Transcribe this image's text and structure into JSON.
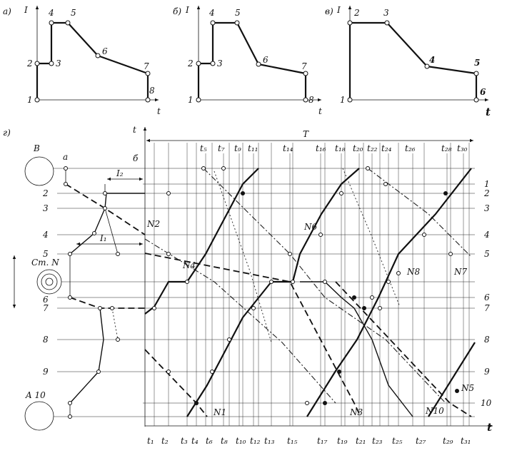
{
  "subfigures": {
    "a": {
      "label": "а)",
      "axis_y": "I",
      "axis_x": "t",
      "points": [
        "1",
        "2",
        "3",
        "4",
        "5",
        "6",
        "7",
        "8"
      ]
    },
    "b": {
      "label": "б)",
      "axis_y": "I",
      "axis_x": "t",
      "points": [
        "1",
        "2",
        "3",
        "4",
        "5",
        "6",
        "7",
        "8"
      ]
    },
    "c": {
      "label": "в)",
      "axis_y": "I",
      "axis_x": "t",
      "points": [
        "1",
        "2",
        "3",
        "4",
        "5",
        "6"
      ]
    }
  },
  "main": {
    "label": "г)",
    "axis_t_top": "t",
    "axis_t_bottom": "t",
    "period": "T",
    "station_b": "B",
    "station_a": "A 10",
    "station_mid": "Ст. N",
    "point_a": "a",
    "point_b": "б",
    "interval_top": "I₂",
    "interval_mid": "I₁",
    "left_levels": [
      "2",
      "3",
      "4",
      "5",
      "6",
      "7",
      "8",
      "9"
    ],
    "right_levels": [
      "1",
      "2",
      "3",
      "4",
      "5",
      "6",
      "7",
      "8",
      "9",
      "10"
    ],
    "top_ticks": [
      "t₅",
      "t₇",
      "t₉",
      "t₁₁",
      "t₁₄",
      "t₁₆",
      "t₁₈",
      "t₂₀",
      "t₂₂",
      "t₂₄",
      "t₂₆",
      "t₂₈",
      "t₃₀"
    ],
    "bottom_ticks": [
      "t₁",
      "t₂",
      "t₃",
      "t₄",
      "t₆",
      "t₈",
      "t₁₀",
      "t₁₂",
      "t₁₃",
      "t₁₅",
      "t₁₇",
      "t₁₉",
      "t₂₁",
      "t₂₃",
      "t₂₅",
      "t₂₇",
      "t₂₉",
      "t₃₁"
    ],
    "train_labels": {
      "n1": "N1",
      "n2": "N2",
      "n3": "N3",
      "n4": "N4",
      "n5": "N5",
      "n6": "N6",
      "n7": "N7",
      "n8": "N8",
      "n10": "N10"
    }
  }
}
